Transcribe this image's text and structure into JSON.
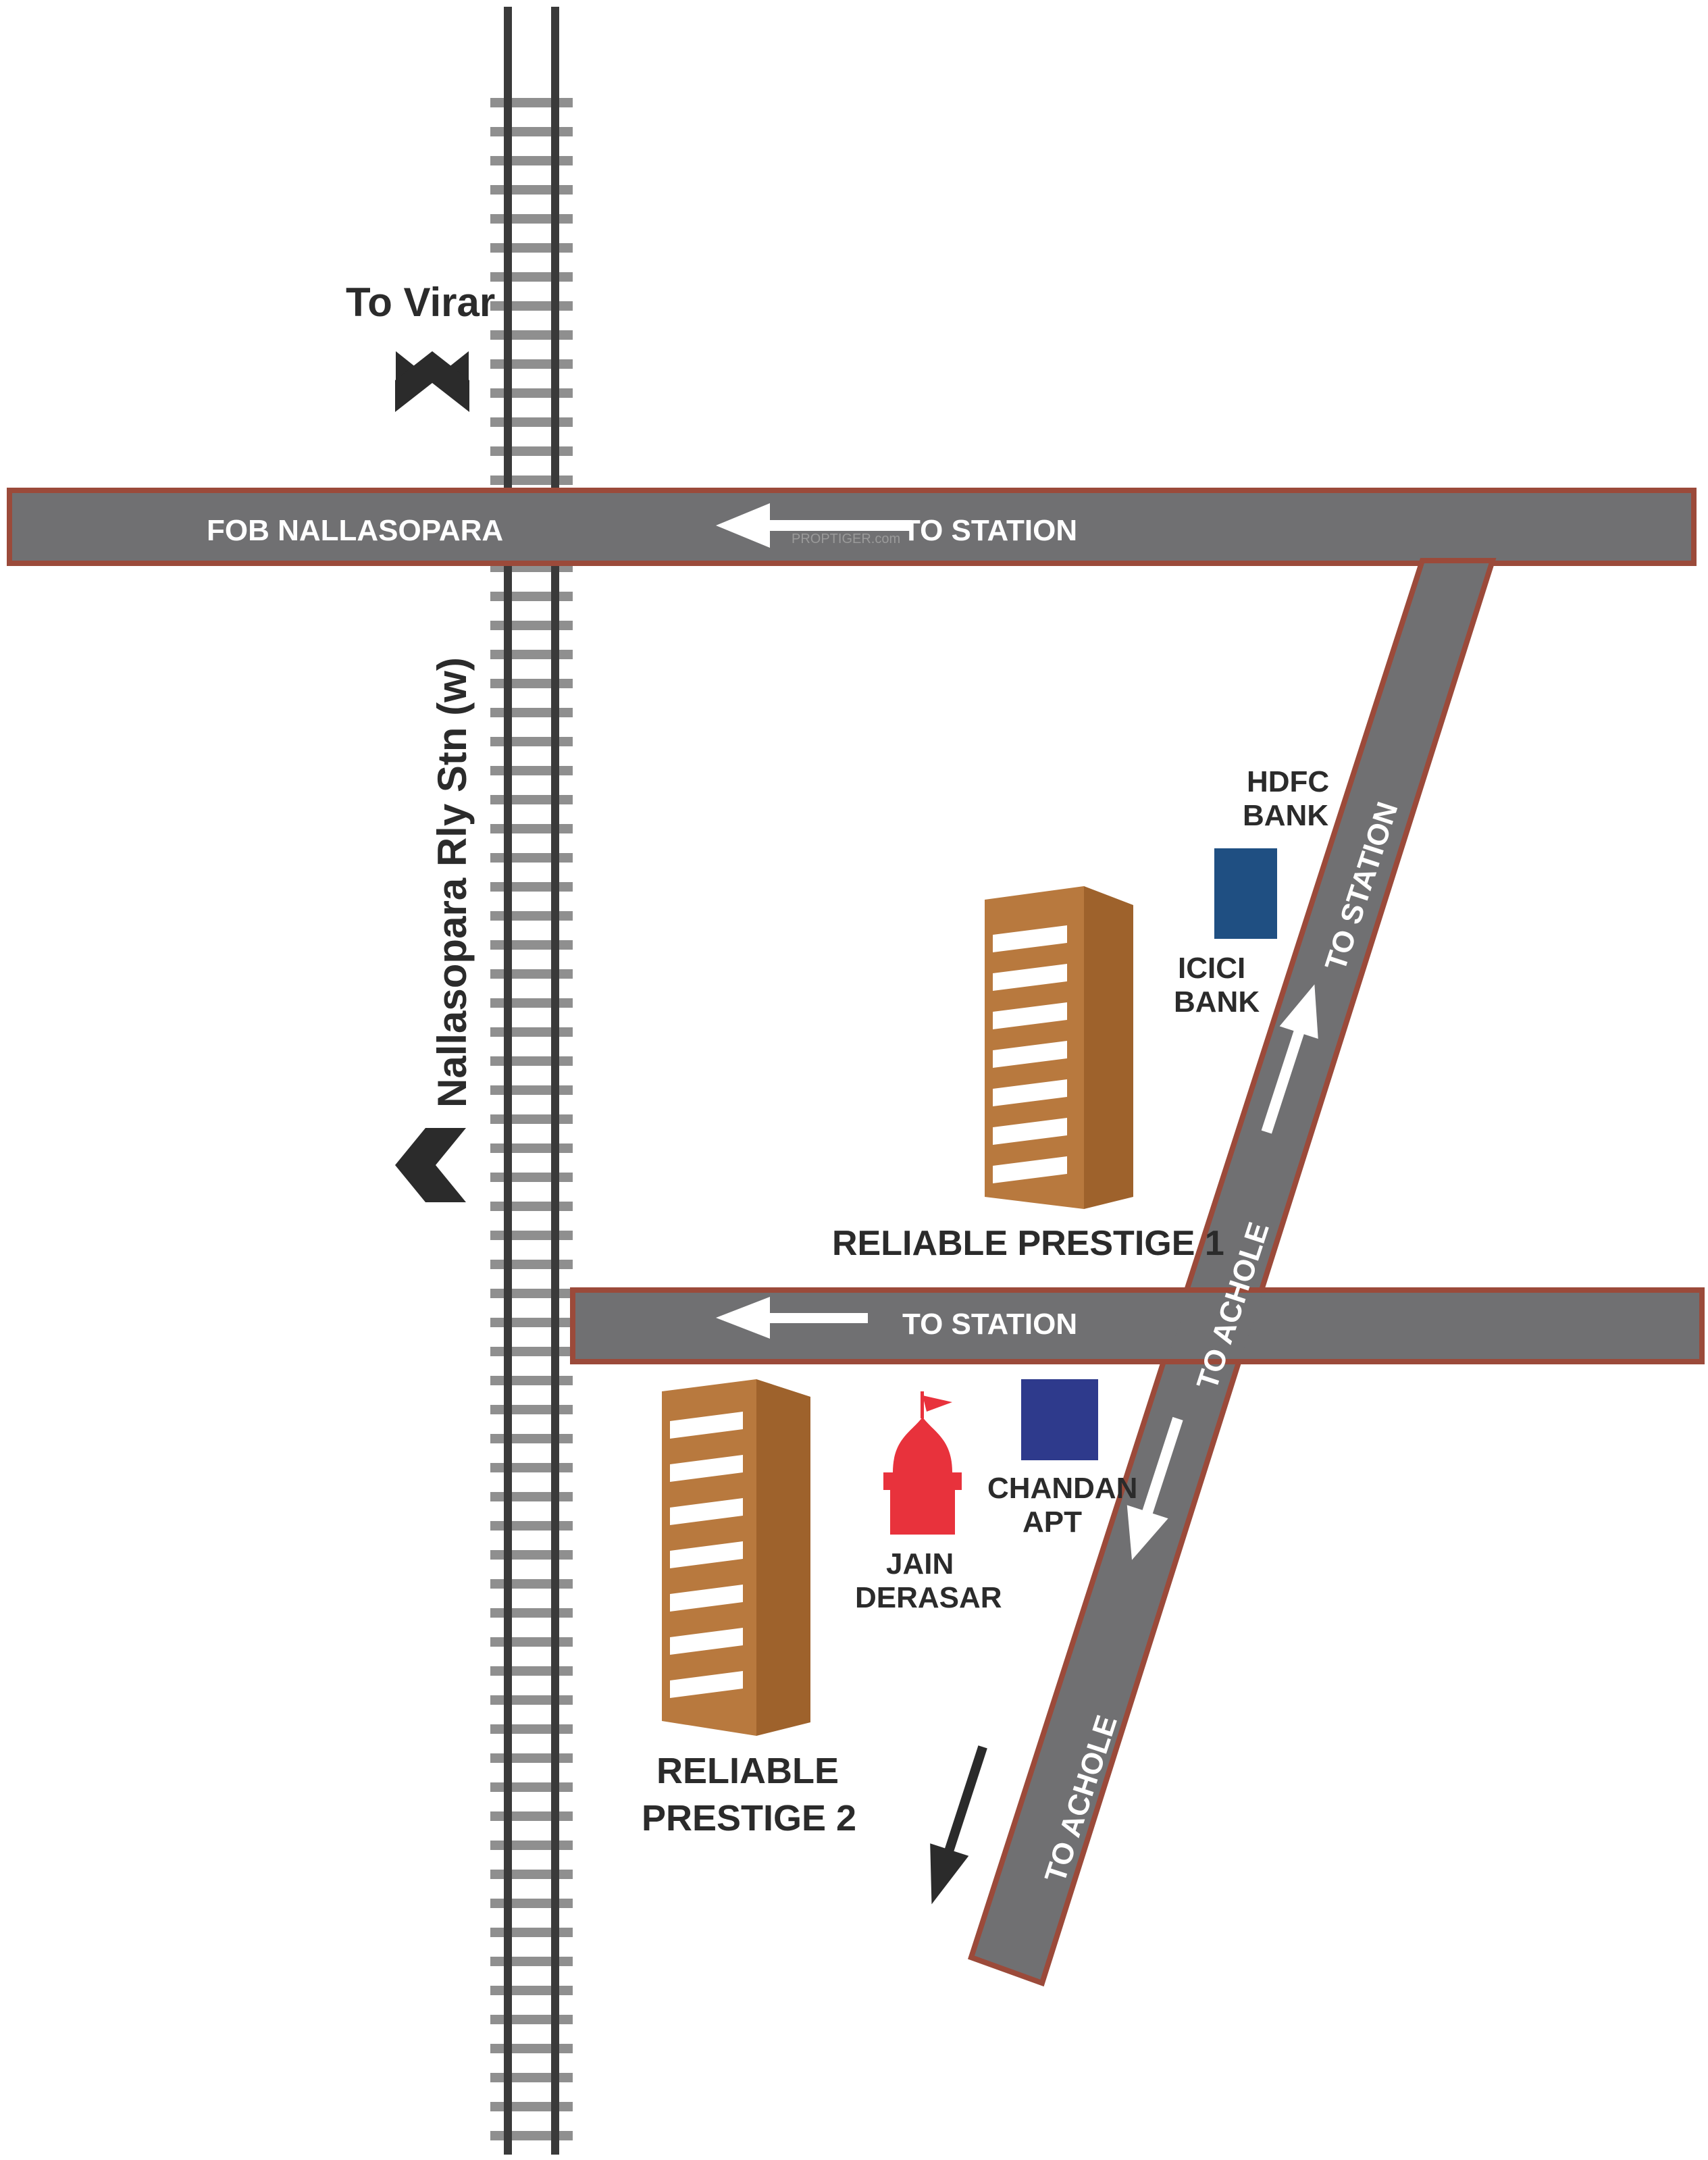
{
  "labels": {
    "to_virar": "To Virar",
    "station_name": "Nallasopara  Rly Stn (w)",
    "fob": "FOB NALLASOPARA",
    "to_station_top": "TO  STATION",
    "to_station_diag": "TO  STATION",
    "to_station_mid": "TO  STATION",
    "to_achole_upper": "TO  ACHOLE",
    "to_achole_lower": "TO  ACHOLE",
    "watermark": "PROPTIGER.com",
    "hdfc_1": "HDFC",
    "hdfc_2": "BANK",
    "icici_1": "ICICI",
    "icici_2": "BANK",
    "prestige1": "RELIABLE PRESTIGE 1",
    "prestige2_1": "RELIABLE",
    "prestige2_2": "PRESTIGE 2",
    "jain_1": "JAIN",
    "jain_2": "DERASAR",
    "chandan_1": "CHANDAN",
    "chandan_2": "APT"
  },
  "colors": {
    "road": "#707072",
    "road_border": "#9b4a3a",
    "building": "#b8793e",
    "hdfc": "#1f4f82",
    "chandan": "#2e3a8c",
    "temple": "#e8323c",
    "rail": "#3a3a3a",
    "sleeper": "#8f8f8f"
  },
  "icons": {
    "up_arrow": "chevron-up-icon",
    "left_arrow": "chevron-left-icon",
    "temple": "temple-icon"
  }
}
